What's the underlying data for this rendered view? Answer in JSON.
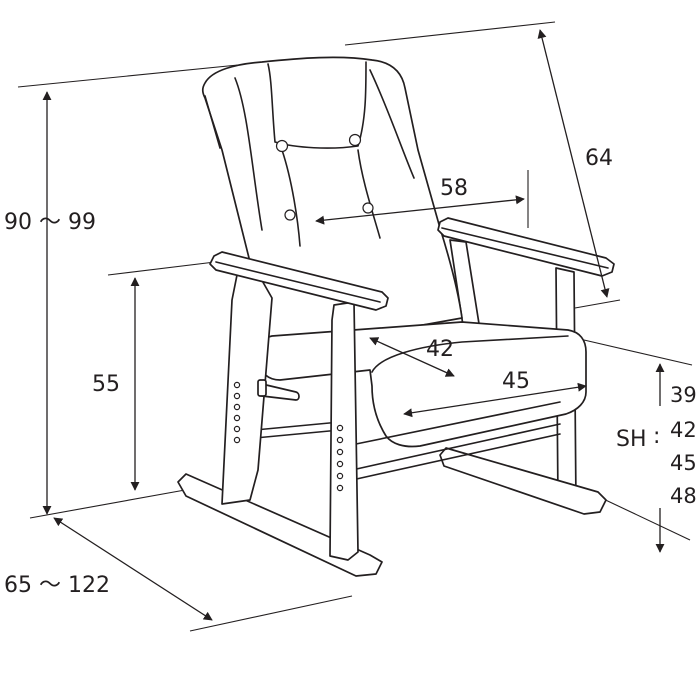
{
  "dimensions": {
    "total_height": "90 〜 99",
    "headrest_depth": "64",
    "inner_width": "58",
    "seat_depth_inner": "42",
    "seat_width": "45",
    "armrest_height": "55",
    "footprint_depth": "65 〜 122",
    "seat_height_label": "SH",
    "seat_height_separator": ":",
    "seat_height_values": [
      "39",
      "42",
      "45",
      "48"
    ]
  },
  "colors": {
    "line": "#231f20",
    "background": "#ffffff"
  }
}
